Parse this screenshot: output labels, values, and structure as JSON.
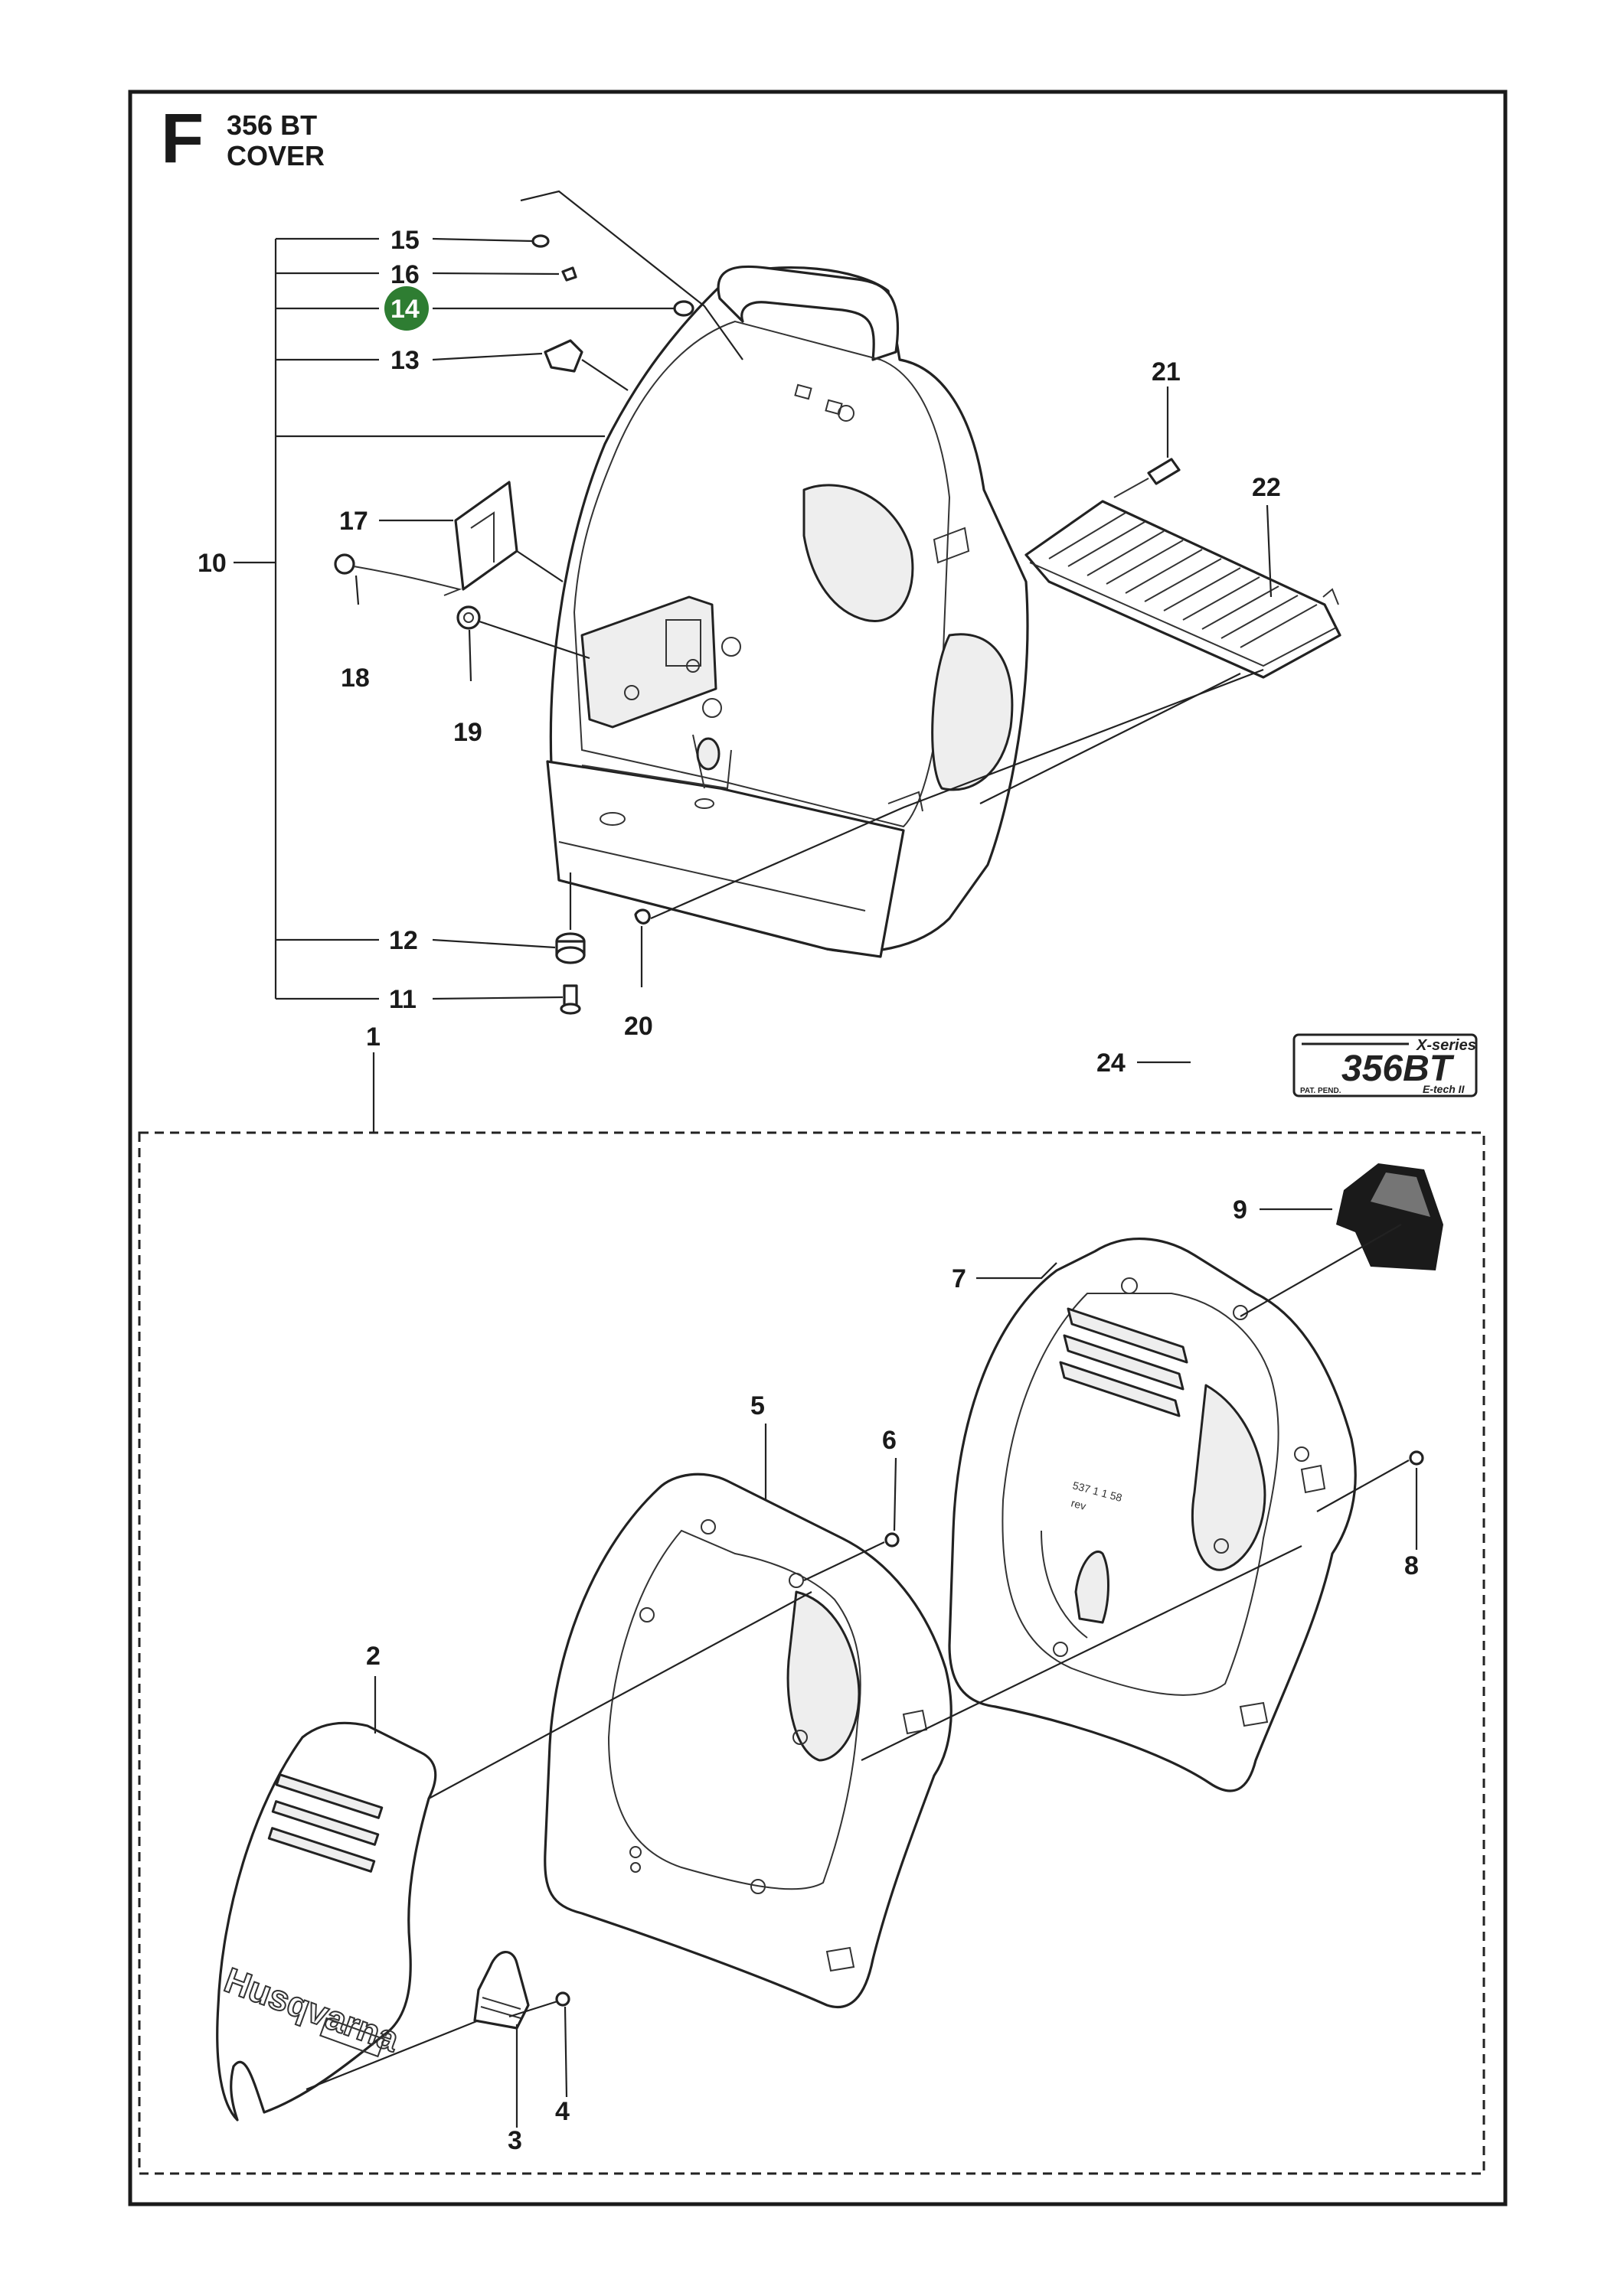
{
  "header": {
    "section_letter": "F",
    "model": "356 BT",
    "title": "COVER"
  },
  "callouts": {
    "c1": "1",
    "c2": "2",
    "c3": "3",
    "c4": "4",
    "c5": "5",
    "c6": "6",
    "c7": "7",
    "c8": "8",
    "c9": "9",
    "c10": "10",
    "c11": "11",
    "c12": "12",
    "c13": "13",
    "c14": "14",
    "c15": "15",
    "c16": "16",
    "c17": "17",
    "c18": "18",
    "c19": "19",
    "c20": "20",
    "c21": "21",
    "c22": "22",
    "c24": "24"
  },
  "highlight": {
    "callout": "14",
    "color": "#2e7d32"
  },
  "decal": {
    "series": "X-series",
    "model": "356BT",
    "pat": "PAT. PEND.",
    "etech": "E-tech II"
  },
  "part_markings": {
    "brand": "Husqvarna",
    "part_no": "537 1 1 58",
    "rev": "rev"
  }
}
